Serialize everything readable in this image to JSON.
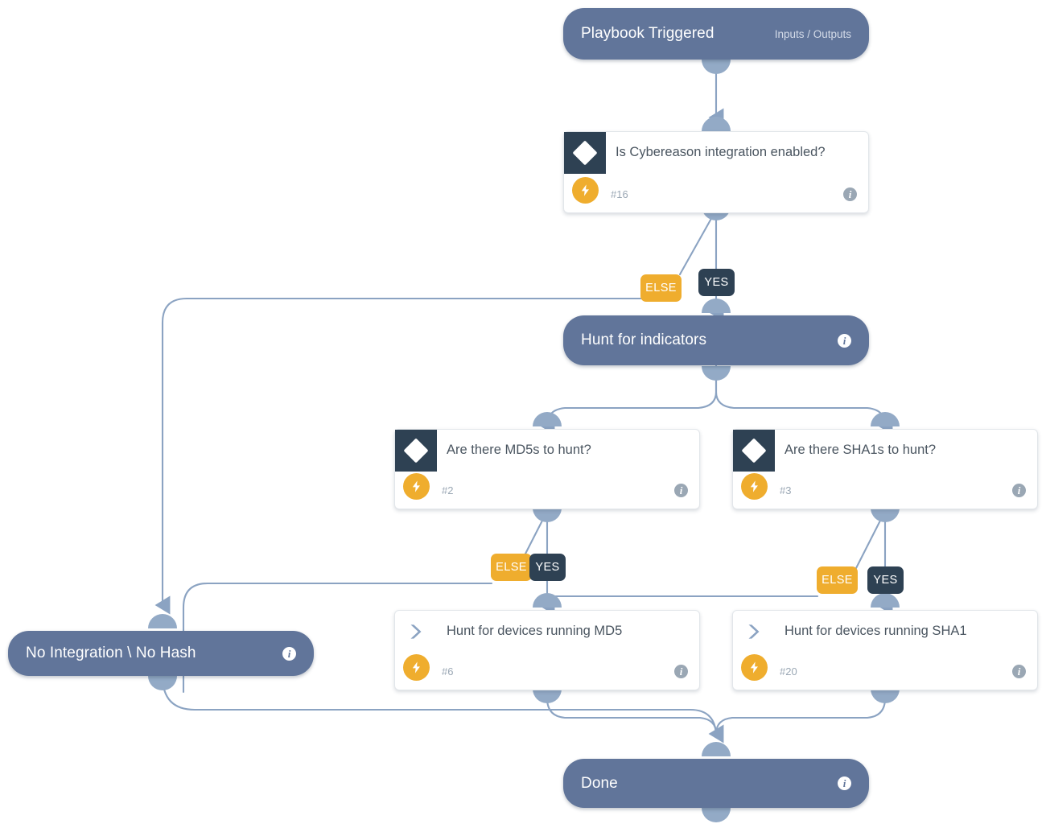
{
  "nodes": {
    "start": {
      "title": "Playbook Triggered",
      "subtitle": "Inputs / Outputs"
    },
    "cond_integration": {
      "title": "Is Cybereason integration enabled?",
      "task_id": "#16",
      "icon": "condition-diamond-icon",
      "badge_icon": "automation-bolt-icon"
    },
    "hunt_indicators": {
      "title": "Hunt for indicators"
    },
    "cond_md5": {
      "title": "Are there MD5s to hunt?",
      "task_id": "#2",
      "icon": "condition-diamond-icon",
      "badge_icon": "automation-bolt-icon"
    },
    "cond_sha1": {
      "title": "Are there SHA1s to hunt?",
      "task_id": "#3",
      "icon": "condition-diamond-icon",
      "badge_icon": "automation-bolt-icon"
    },
    "task_md5": {
      "title": "Hunt for devices running MD5",
      "task_id": "#6",
      "icon": "chevron-right-icon",
      "badge_icon": "automation-bolt-icon"
    },
    "task_sha1": {
      "title": "Hunt for devices running SHA1",
      "task_id": "#20",
      "icon": "chevron-right-icon",
      "badge_icon": "automation-bolt-icon"
    },
    "no_integration": {
      "title": "No Integration \\ No Hash"
    },
    "done": {
      "title": "Done"
    }
  },
  "branches": {
    "integration_else": "ELSE",
    "integration_yes": "YES",
    "md5_else": "ELSE",
    "md5_yes": "YES",
    "sha1_else": "ELSE",
    "sha1_yes": "YES"
  },
  "icons": {
    "info": "i"
  },
  "colors": {
    "node_fill": "#61759a",
    "edge_stroke": "#8ba3c2",
    "port_fill": "#93aac6",
    "condition_square": "#2e4153",
    "automation_badge": "#efad2e",
    "card_text": "#4a5560",
    "task_id_text": "#9aa7b4",
    "canvas_background": "#ffffff"
  }
}
